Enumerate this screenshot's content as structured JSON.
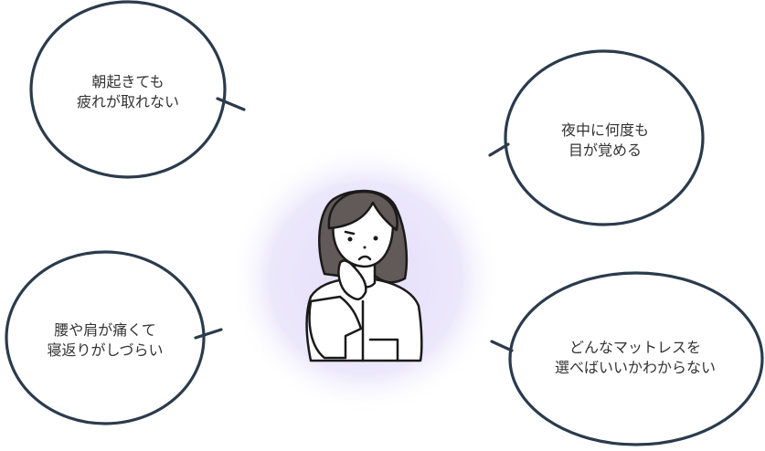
{
  "colors": {
    "bubble_stroke": "#2b3b4c",
    "glow": "#e9e4fb",
    "hair": "#625a58",
    "line": "#1a1a1a"
  },
  "bubbles": [
    {
      "line1": "朝起きても",
      "line2": "疲れが取れない"
    },
    {
      "line1": "夜中に何度も",
      "line2": "目が覚める"
    },
    {
      "line1": "腰や肩が痛くて",
      "line2": "寝返りがしづらい"
    },
    {
      "line1": "どんなマットレスを",
      "line2": "選べばいいかわからない"
    }
  ]
}
